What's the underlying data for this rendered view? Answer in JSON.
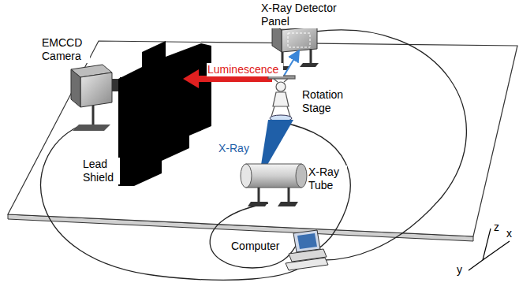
{
  "diagram": {
    "labels": [
      "X-Ray Detector Panel",
      "EMCCD Camera",
      "Luminescence",
      "Rotation Stage",
      "X-Ray",
      "Lead Shield",
      "X-Ray Tube",
      "Computer",
      "z",
      "x",
      "y"
    ]
  }
}
